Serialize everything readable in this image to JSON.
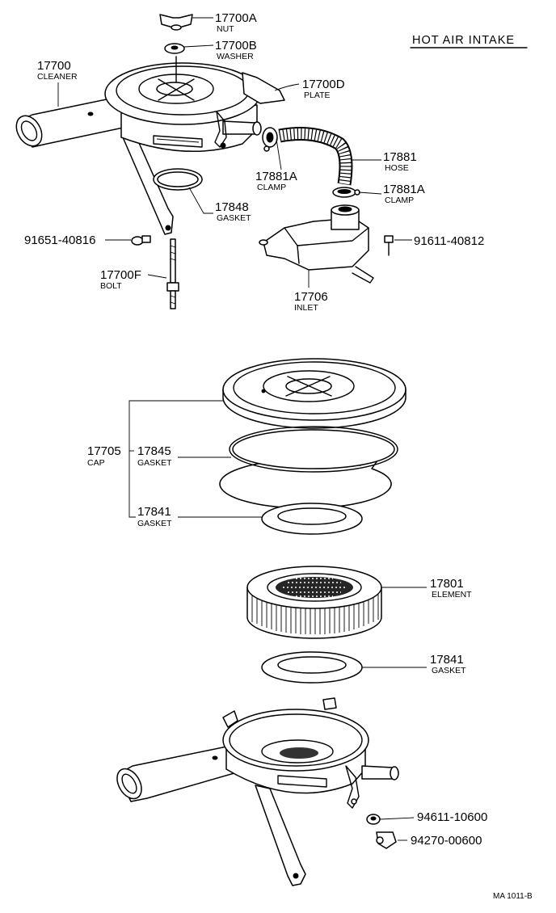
{
  "title": "HOT AIR INTAKE",
  "footer_code": "MA 1011-B",
  "parts": [
    {
      "num": "17700A",
      "name": "NUT"
    },
    {
      "num": "17700B",
      "name": "WASHER"
    },
    {
      "num": "17700",
      "name": "CLEANER"
    },
    {
      "num": "17700D",
      "name": "PLATE"
    },
    {
      "num": "17881",
      "name": "HOSE"
    },
    {
      "num": "17881A",
      "name": "CLAMP"
    },
    {
      "num": "17881A",
      "name": "CLAMP"
    },
    {
      "num": "17848",
      "name": "GASKET"
    },
    {
      "num": "91651-40816",
      "name": ""
    },
    {
      "num": "91611-40812",
      "name": ""
    },
    {
      "num": "17700F",
      "name": "BOLT"
    },
    {
      "num": "17706",
      "name": "INLET"
    },
    {
      "num": "17705",
      "name": "CAP"
    },
    {
      "num": "17845",
      "name": "GASKET"
    },
    {
      "num": "17841",
      "name": "GASKET"
    },
    {
      "num": "17801",
      "name": "ELEMENT"
    },
    {
      "num": "17841",
      "name": "GASKET"
    },
    {
      "num": "94611-10600",
      "name": ""
    },
    {
      "num": "94270-00600",
      "name": ""
    }
  ]
}
